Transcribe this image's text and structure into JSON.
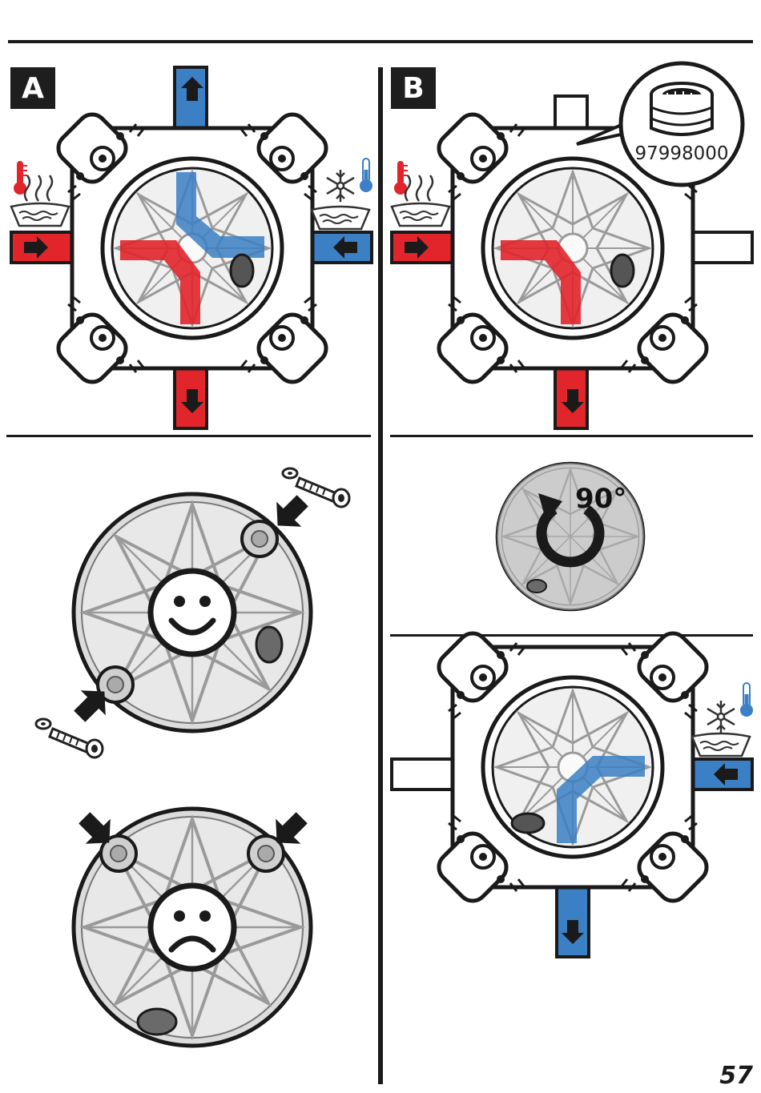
{
  "panels": {
    "a": {
      "label": "A"
    },
    "b": {
      "label": "B"
    }
  },
  "callout": {
    "part_number": "97998000"
  },
  "rotation": {
    "angle_label": "90°"
  },
  "page": {
    "number": "57"
  },
  "icons": {
    "hot": "thermometer-hot-icon",
    "cold": "thermometer-cold-icon",
    "snow": "snowflake-icon",
    "ok": "smiley-happy-icon",
    "bad": "smiley-sad-icon",
    "rotate": "rotate-arrow-icon"
  },
  "colors": {
    "hot": "#e2242b",
    "cold": "#3b7fc4",
    "ink": "#1a1a1a",
    "disc": "#bdbdbd"
  }
}
